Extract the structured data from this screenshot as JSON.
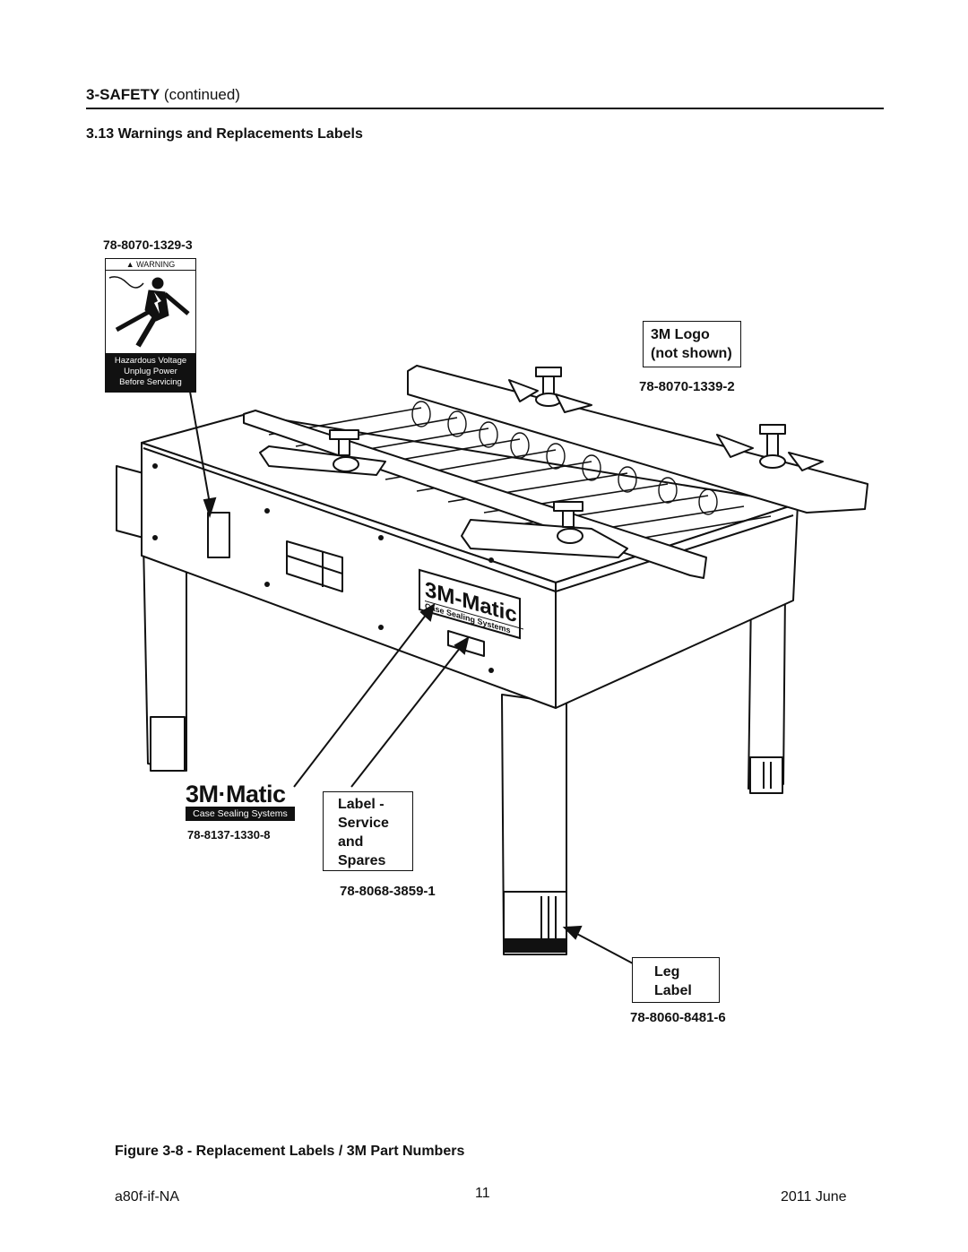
{
  "header": {
    "section_bold": "3-SAFETY",
    "section_rest": "(continued)",
    "subsection": "3.13  Warnings and Replacements Labels"
  },
  "warning_label": {
    "part_number": "78-8070-1329-3",
    "title": "▲ WARNING",
    "lines": [
      "Hazardous Voltage",
      "Unplug Power",
      "Before Servicing"
    ]
  },
  "logo_callout": {
    "lines": [
      "3M Logo",
      "(not shown)"
    ],
    "part_number": "78-8070-1339-2"
  },
  "matic_label": {
    "brand": "3M·Matic",
    "tagline": "Case Sealing Systems",
    "part_number": "78-8137-1330-8"
  },
  "service_callout": {
    "lines": [
      "Label -",
      "Service",
      "and",
      "Spares"
    ],
    "part_number": "78-8068-3859-1"
  },
  "leg_callout": {
    "lines": [
      "Leg",
      "Label"
    ],
    "part_number": "78-8060-8481-6"
  },
  "machine_logo": {
    "brand": "3M-Matic",
    "tagline": "Case Sealing Systems"
  },
  "figure_caption": "Figure 3-8 - Replacement Labels / 3M Part Numbers",
  "footer": {
    "left": "a80f-if-NA",
    "center": "11",
    "right": "2011 June"
  }
}
